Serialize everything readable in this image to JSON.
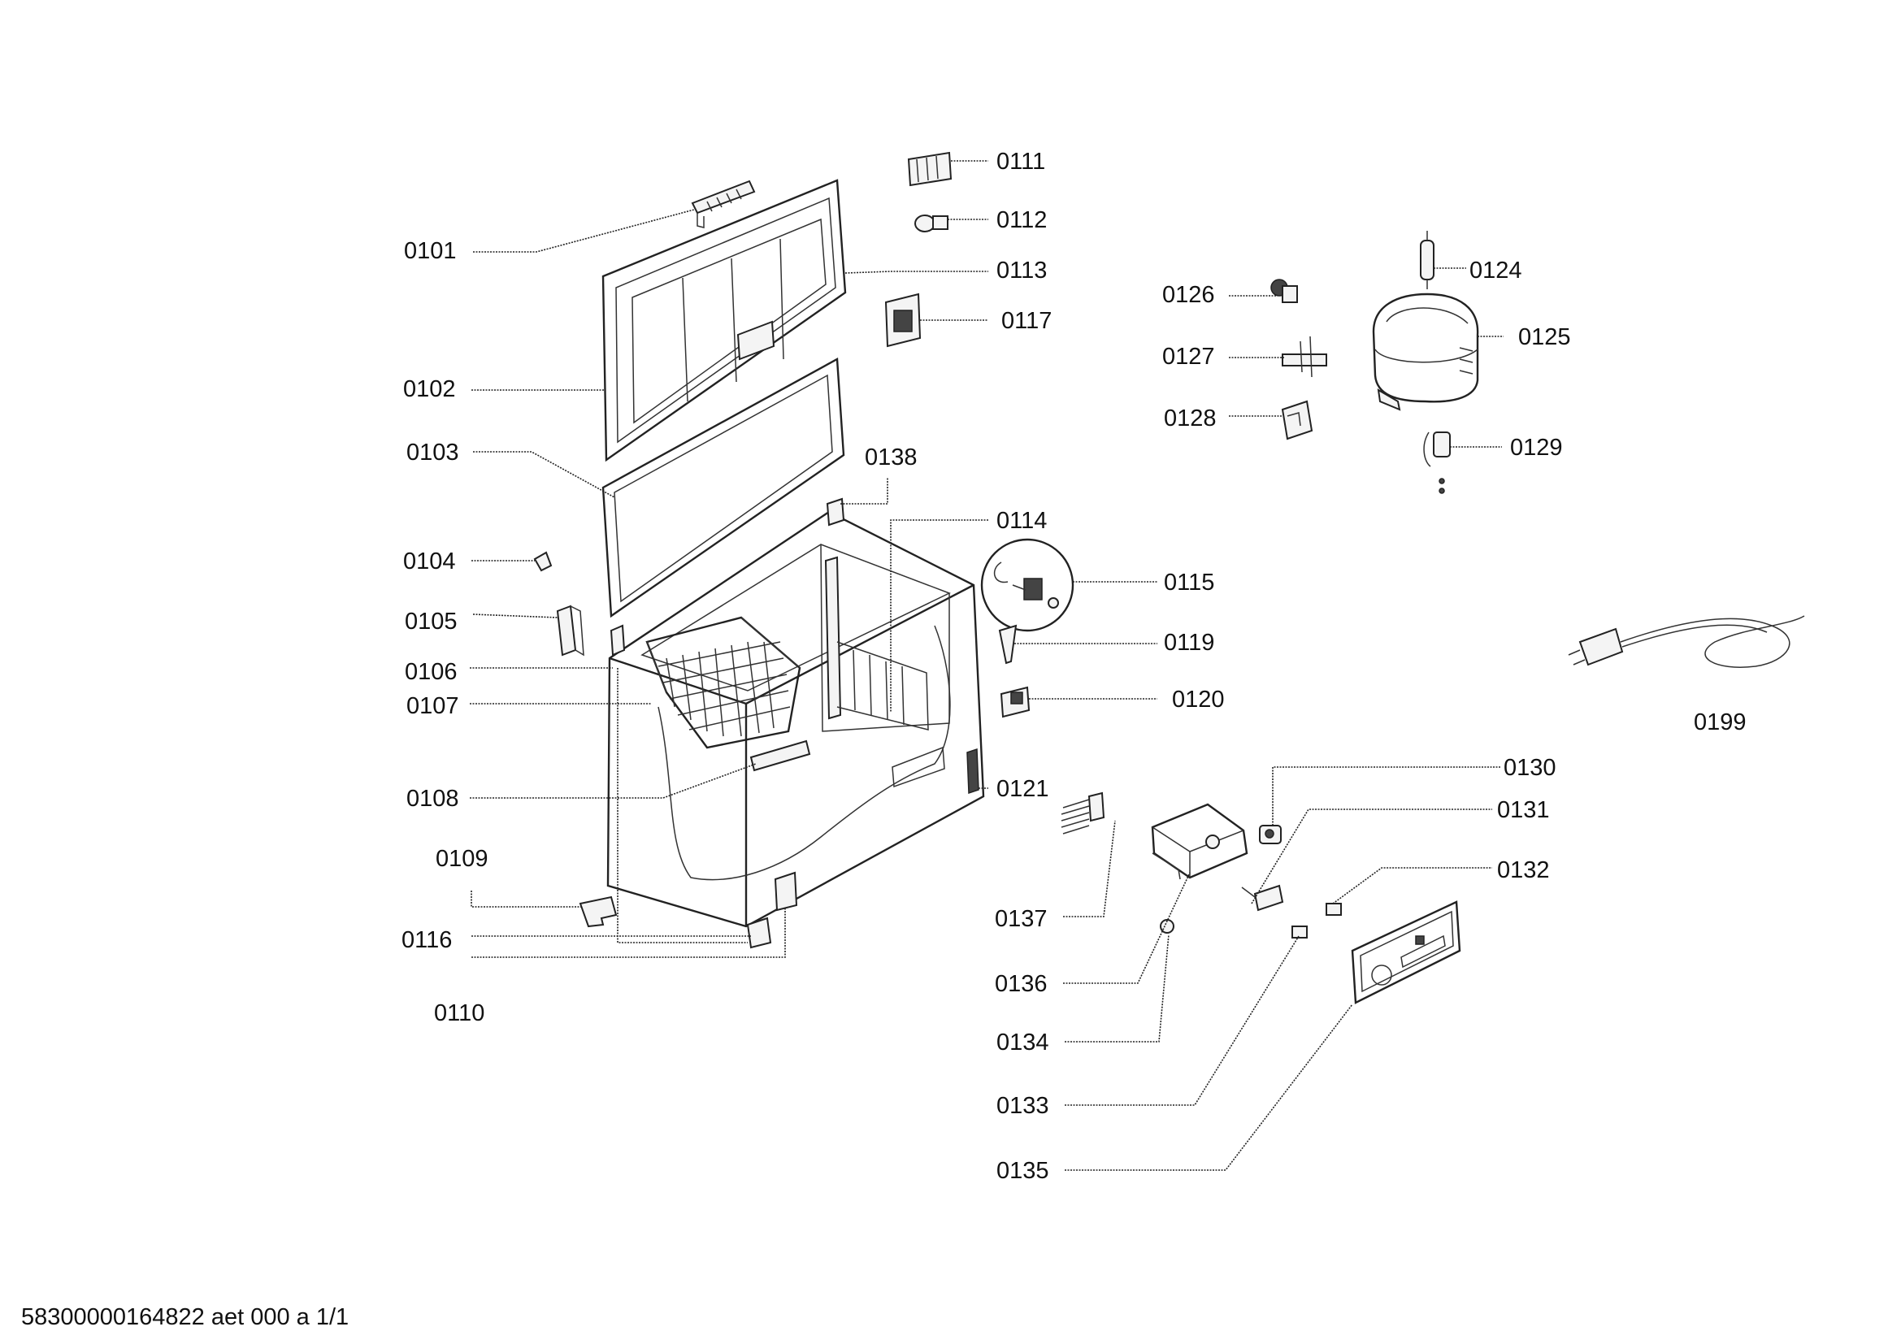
{
  "parts": [
    {
      "id": "p0101",
      "label": "0101"
    },
    {
      "id": "p0102",
      "label": "0102"
    },
    {
      "id": "p0103",
      "label": "0103"
    },
    {
      "id": "p0104",
      "label": "0104"
    },
    {
      "id": "p0105",
      "label": "0105"
    },
    {
      "id": "p0106",
      "label": "0106"
    },
    {
      "id": "p0107",
      "label": "0107"
    },
    {
      "id": "p0108",
      "label": "0108"
    },
    {
      "id": "p0109",
      "label": "0109"
    },
    {
      "id": "p0116",
      "label": "0116"
    },
    {
      "id": "p0110",
      "label": "0110"
    },
    {
      "id": "p0111",
      "label": "0111"
    },
    {
      "id": "p0112",
      "label": "0112"
    },
    {
      "id": "p0113",
      "label": "0113"
    },
    {
      "id": "p0117",
      "label": "0117"
    },
    {
      "id": "p0138",
      "label": "0138"
    },
    {
      "id": "p0114",
      "label": "0114"
    },
    {
      "id": "p0115",
      "label": "0115"
    },
    {
      "id": "p0119",
      "label": "0119"
    },
    {
      "id": "p0120",
      "label": "0120"
    },
    {
      "id": "p0121",
      "label": "0121"
    },
    {
      "id": "p0126",
      "label": "0126"
    },
    {
      "id": "p0127",
      "label": "0127"
    },
    {
      "id": "p0128",
      "label": "0128"
    },
    {
      "id": "p0124",
      "label": "0124"
    },
    {
      "id": "p0125",
      "label": "0125"
    },
    {
      "id": "p0129",
      "label": "0129"
    },
    {
      "id": "p0199",
      "label": "0199"
    },
    {
      "id": "p0130",
      "label": "0130"
    },
    {
      "id": "p0131",
      "label": "0131"
    },
    {
      "id": "p0132",
      "label": "0132"
    },
    {
      "id": "p0137",
      "label": "0137"
    },
    {
      "id": "p0136",
      "label": "0136"
    },
    {
      "id": "p0134",
      "label": "0134"
    },
    {
      "id": "p0133",
      "label": "0133"
    },
    {
      "id": "p0135",
      "label": "0135"
    }
  ],
  "footer": {
    "text": "58300000164822 aet 000 a 1/1"
  }
}
